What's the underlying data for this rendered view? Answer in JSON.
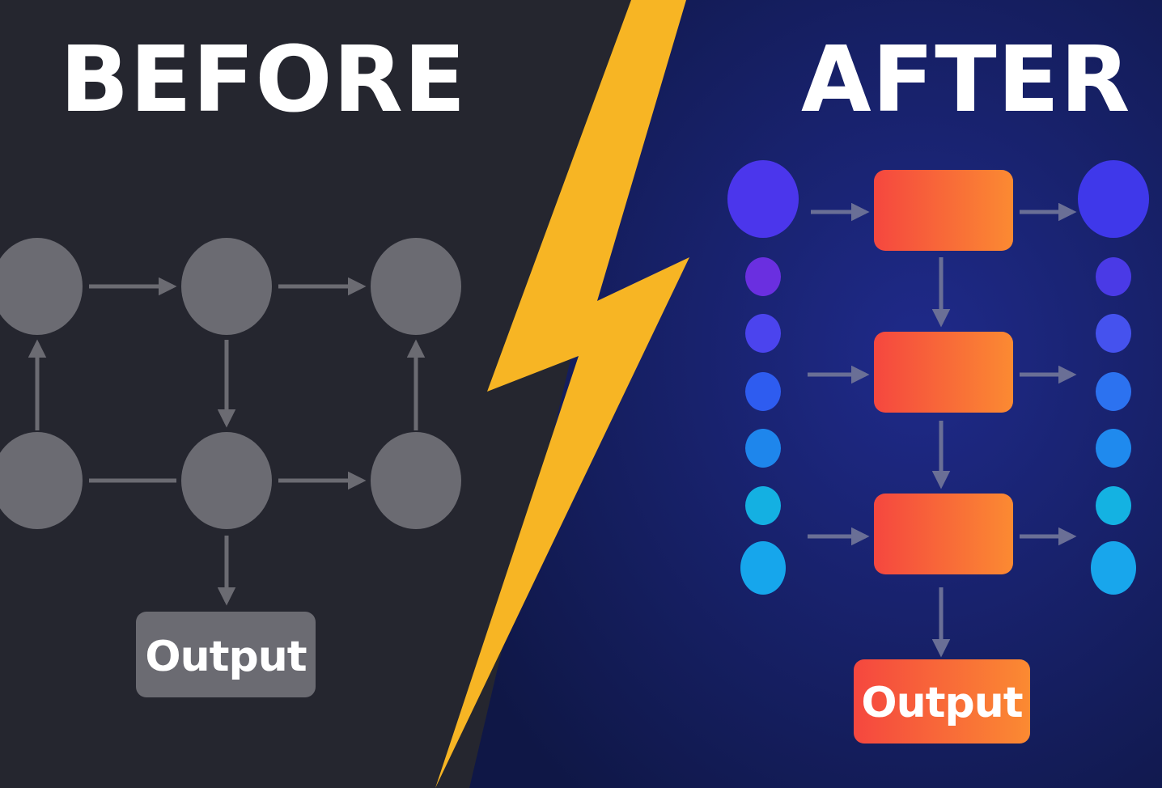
{
  "before": {
    "title": "BEFORE",
    "output_label": "Output",
    "node_color": "#6b6b72",
    "arrow_color": "#6b6b72",
    "background": "#25262f"
  },
  "after": {
    "title": "AFTER",
    "output_label": "Output",
    "background": "#101a52",
    "block_gradient": [
      "#f5473f",
      "#fb8a32"
    ],
    "arrow_color": "#6a6f96",
    "left_dot_colors": [
      "#4b36ec",
      "#6a2fe0",
      "#4b44ee",
      "#2e5cf0",
      "#1e86ec",
      "#14b0e2",
      "#16a6ec"
    ],
    "right_dot_colors": [
      "#3f38ea",
      "#4a3ae6",
      "#4552ee",
      "#2c72f0",
      "#1f8aee",
      "#14b2e2",
      "#18a6ec"
    ]
  },
  "divider": {
    "color": "#f7b524",
    "icon": "lightning-bolt-icon"
  }
}
